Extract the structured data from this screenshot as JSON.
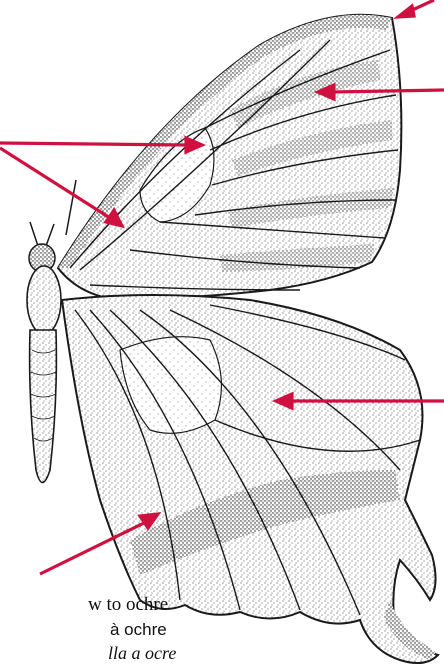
{
  "figure": {
    "subject": "swallowtail butterfly wing illustration",
    "pointer_color": "#d0103f",
    "ink_color": "#1a1a1a",
    "pointers": [
      {
        "id": "apex-pointer"
      },
      {
        "id": "forewing-outer-pointer"
      },
      {
        "id": "discal-spot-pointer"
      },
      {
        "id": "forewing-base-pointer"
      },
      {
        "id": "hindwing-center-pointer"
      },
      {
        "id": "hindwing-inner-pointer"
      }
    ]
  },
  "caption": {
    "line1": "w to ochre",
    "line2": "à ochre",
    "line3": "lla a ocre"
  }
}
